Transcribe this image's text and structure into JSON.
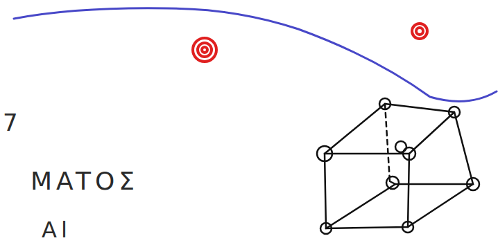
{
  "diagram": {
    "labels": [
      "7",
      "MATOΣ",
      "Al"
    ]
  }
}
